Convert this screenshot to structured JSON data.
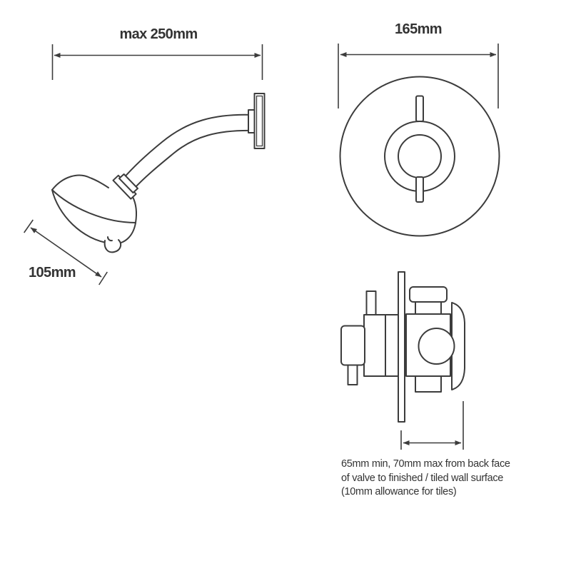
{
  "colors": {
    "line": "#3c3c3c",
    "text": "#333333",
    "bg": "#ffffff"
  },
  "shower_view": {
    "arm_dimension_label": "max 250mm",
    "head_dimension_label": "105mm"
  },
  "valve_front_view": {
    "plate_dimension_label": "165mm"
  },
  "valve_side_view": {
    "note_lines": [
      "65mm min, 70mm max from back face",
      "of valve to finished / tiled wall surface",
      "(10mm allowance for tiles)"
    ]
  }
}
